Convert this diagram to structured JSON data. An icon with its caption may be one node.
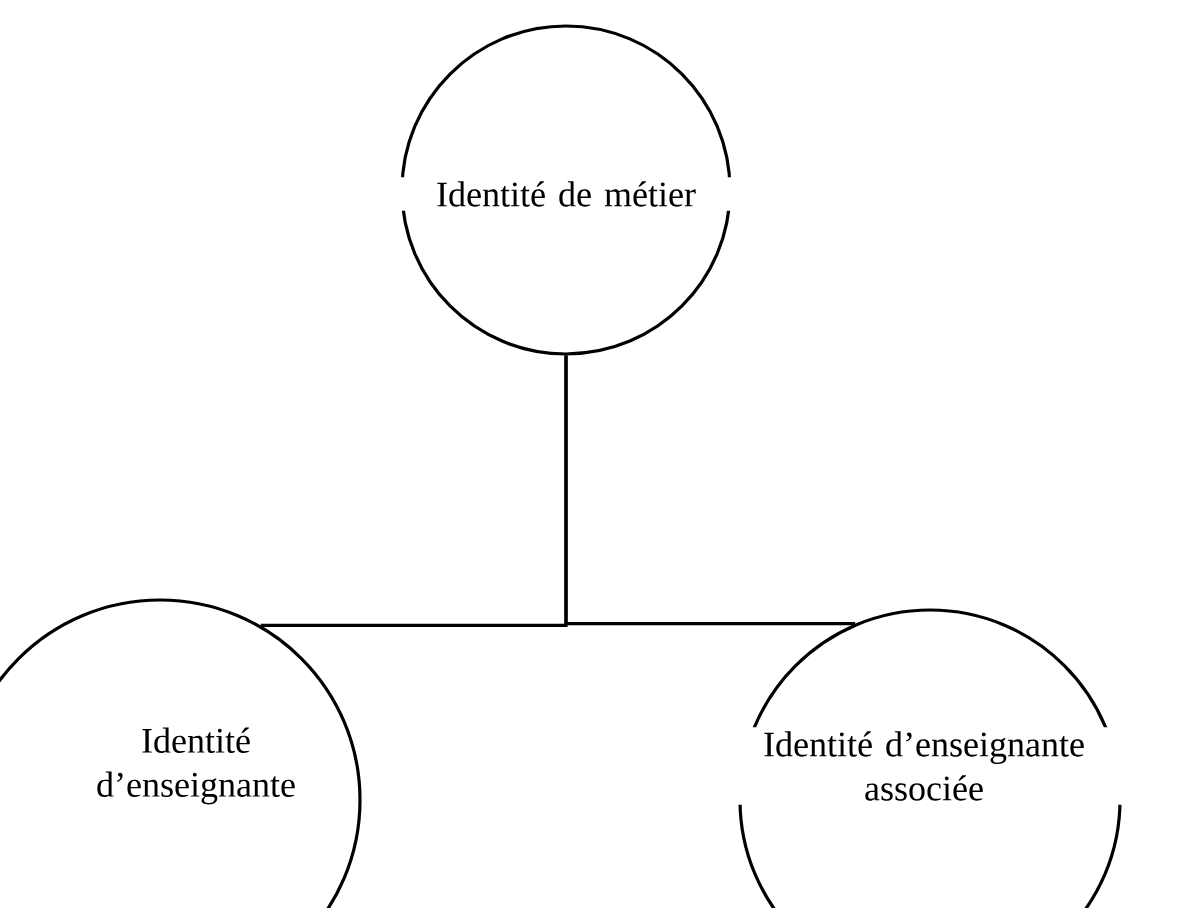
{
  "diagram": {
    "nodes": [
      {
        "text": [
          "Identité de métier"
        ]
      },
      {
        "text": [
          "Identité d’enseignante"
        ]
      },
      {
        "text": [
          "Identité d’enseignante associée"
        ]
      }
    ],
    "edges": [
      {
        "from": 0,
        "to": 1,
        "arrow": "none"
      },
      {
        "from": 0,
        "to": 2,
        "arrow": "none"
      }
    ]
  }
}
